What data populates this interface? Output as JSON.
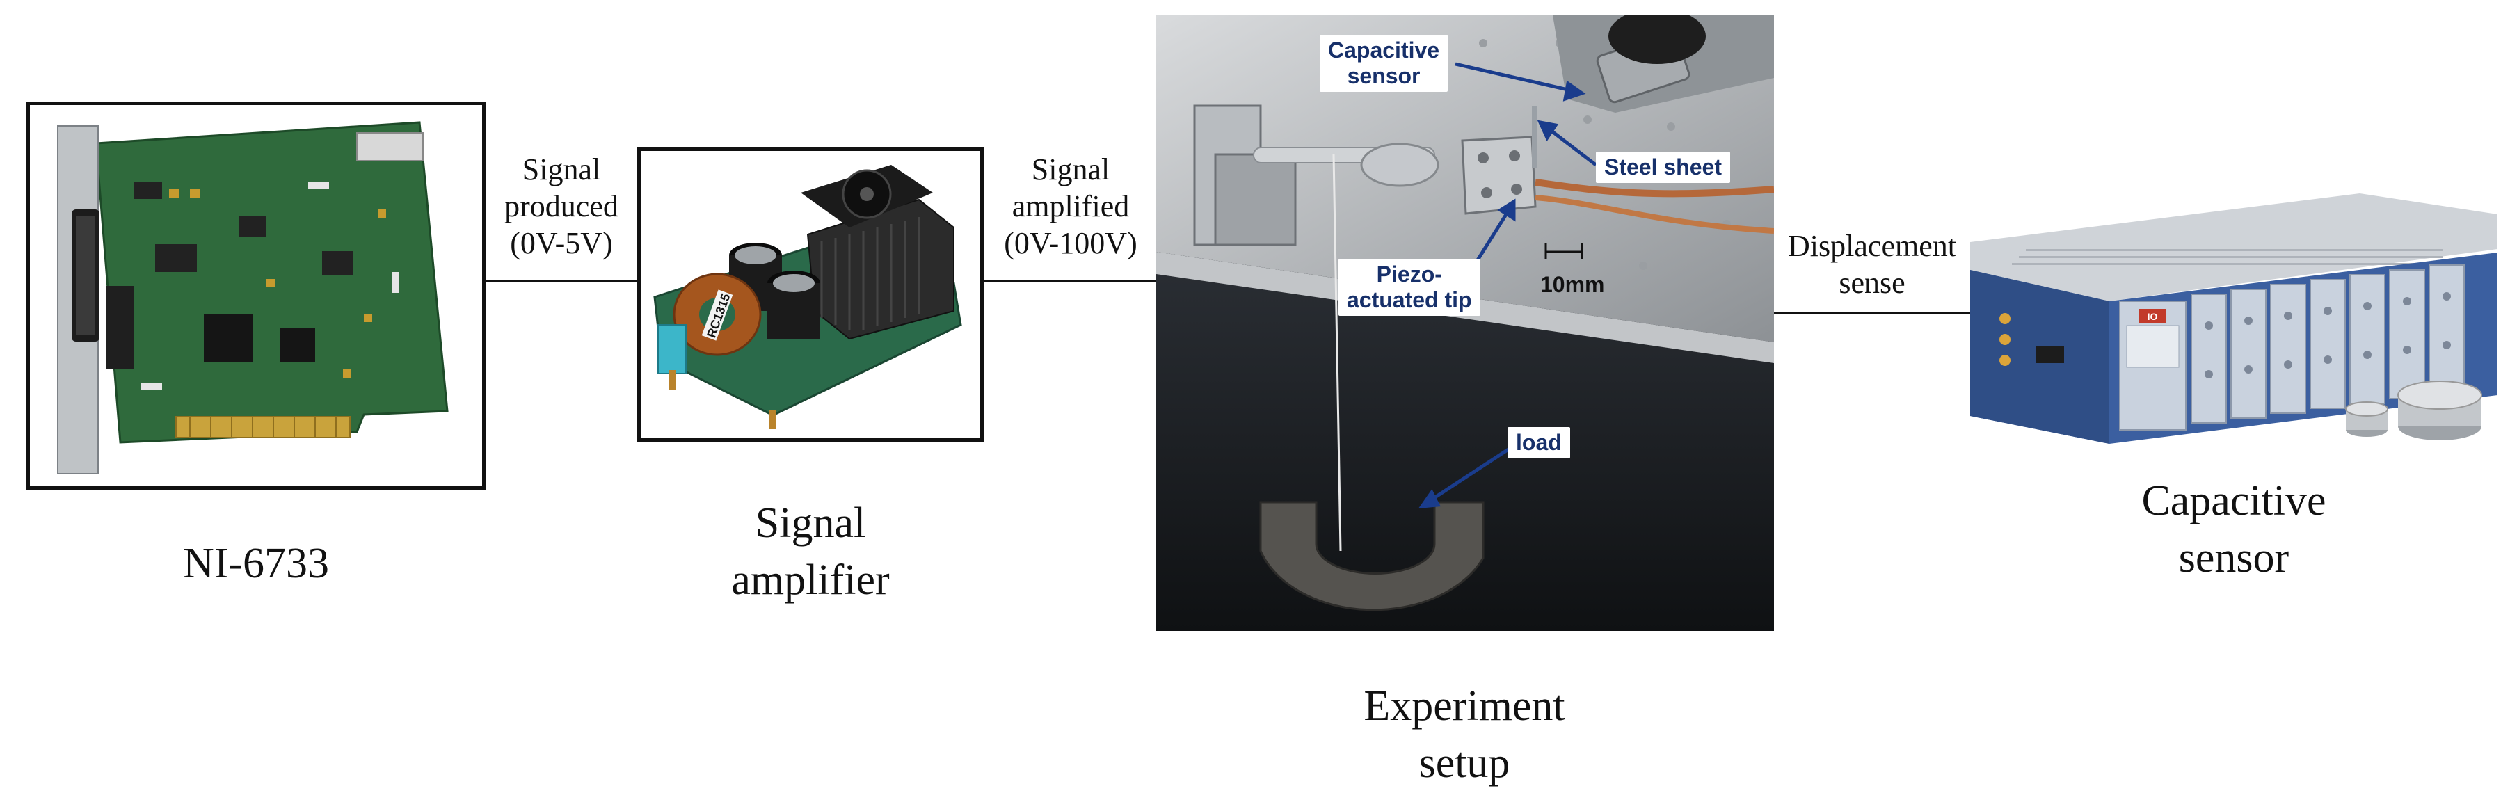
{
  "nodes": {
    "ni_card": {
      "caption": "NI-6733"
    },
    "amplifier": {
      "caption": "Signal\namplifier"
    },
    "experiment": {
      "caption": "Experiment\nsetup"
    },
    "sensor": {
      "caption": "Capacitive\nsensor"
    }
  },
  "connections": {
    "signal_produced": "Signal\nproduced\n(0V-5V)",
    "signal_amplified": "Signal\namplified\n(0V-100V)",
    "displacement_sense": "Displacement\nsense"
  },
  "photo_labels": {
    "capacitive_sensor": "Capacitive\nsensor",
    "steel_sheet": "Steel sheet",
    "piezo_tip": "Piezo-\nactuated tip",
    "scale": "10mm",
    "load": "load"
  },
  "device_markings": {
    "amplifier_chip": "RC1315",
    "sensor_badge": "IO"
  },
  "colors": {
    "label_text": "#17306a",
    "arrow": "#1a3c8c",
    "pcb_green": "#2f6a3c"
  }
}
